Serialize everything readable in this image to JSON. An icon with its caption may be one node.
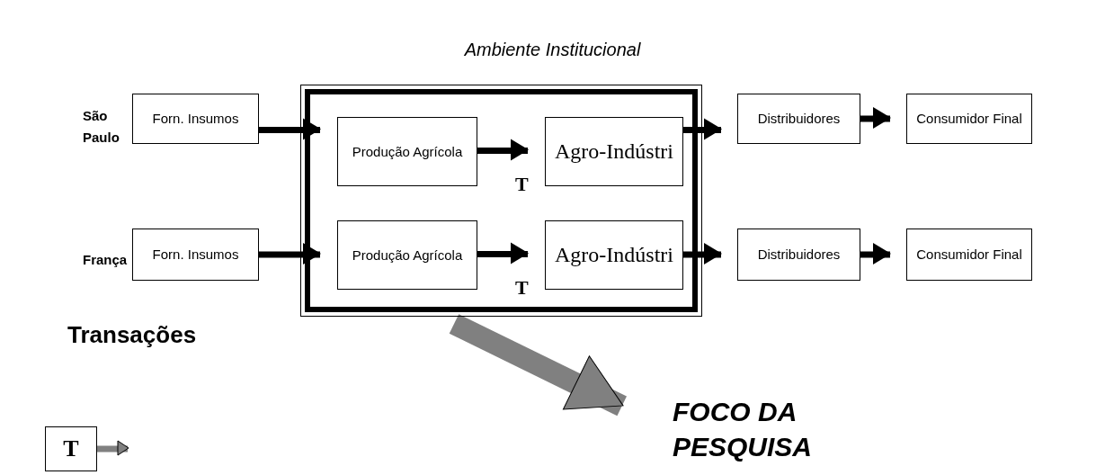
{
  "diagram": {
    "title": "Ambiente Institucional",
    "nodes": [
      {
        "text": [],
        "shape": "box"
      },
      {
        "text": [
          "Forn. Insumos"
        ]
      },
      {
        "text": [
          "Produção Agrícola"
        ],
        "in": 0
      },
      {
        "text": [
          "Agro-Indústri"
        ],
        "in": 0
      },
      {
        "text": [
          "Distribuidores"
        ]
      },
      {
        "text": [
          "Consumidor Final"
        ]
      },
      {
        "text": [
          "Forn. Insumos"
        ]
      },
      {
        "text": [
          "Produção Agrícola"
        ],
        "in": 0
      },
      {
        "text": [
          "Agro-Indústri"
        ],
        "in": 0
      },
      {
        "text": [
          "Distribuidores"
        ]
      },
      {
        "text": [
          "Consumidor Final"
        ]
      },
      {
        "text": [
          "T"
        ]
      },
      {
        "text": [
          "FOCO DA PESQUISA"
        ]
      }
    ],
    "edges": [
      {
        "from": 1,
        "to": 2,
        "arrow": "to"
      },
      {
        "from": 2,
        "to": 3,
        "arrow": "to",
        "label": "T"
      },
      {
        "from": 3,
        "to": 4,
        "arrow": "to"
      },
      {
        "from": 4,
        "to": 5,
        "arrow": "to"
      },
      {
        "from": 6,
        "to": 7,
        "arrow": "to"
      },
      {
        "from": 7,
        "to": 8,
        "arrow": "to",
        "label": "T"
      },
      {
        "from": 8,
        "to": 9,
        "arrow": "to"
      },
      {
        "from": 9,
        "to": 10,
        "arrow": "to"
      },
      {
        "from": 0,
        "to": 12,
        "arrow": "to",
        "style": "thick",
        "color": "#808080"
      },
      {
        "from": 11,
        "to": null,
        "arrow": "to",
        "color": "#808080"
      }
    ],
    "labels": [
      "São Paulo",
      "França",
      "Transações"
    ]
  }
}
